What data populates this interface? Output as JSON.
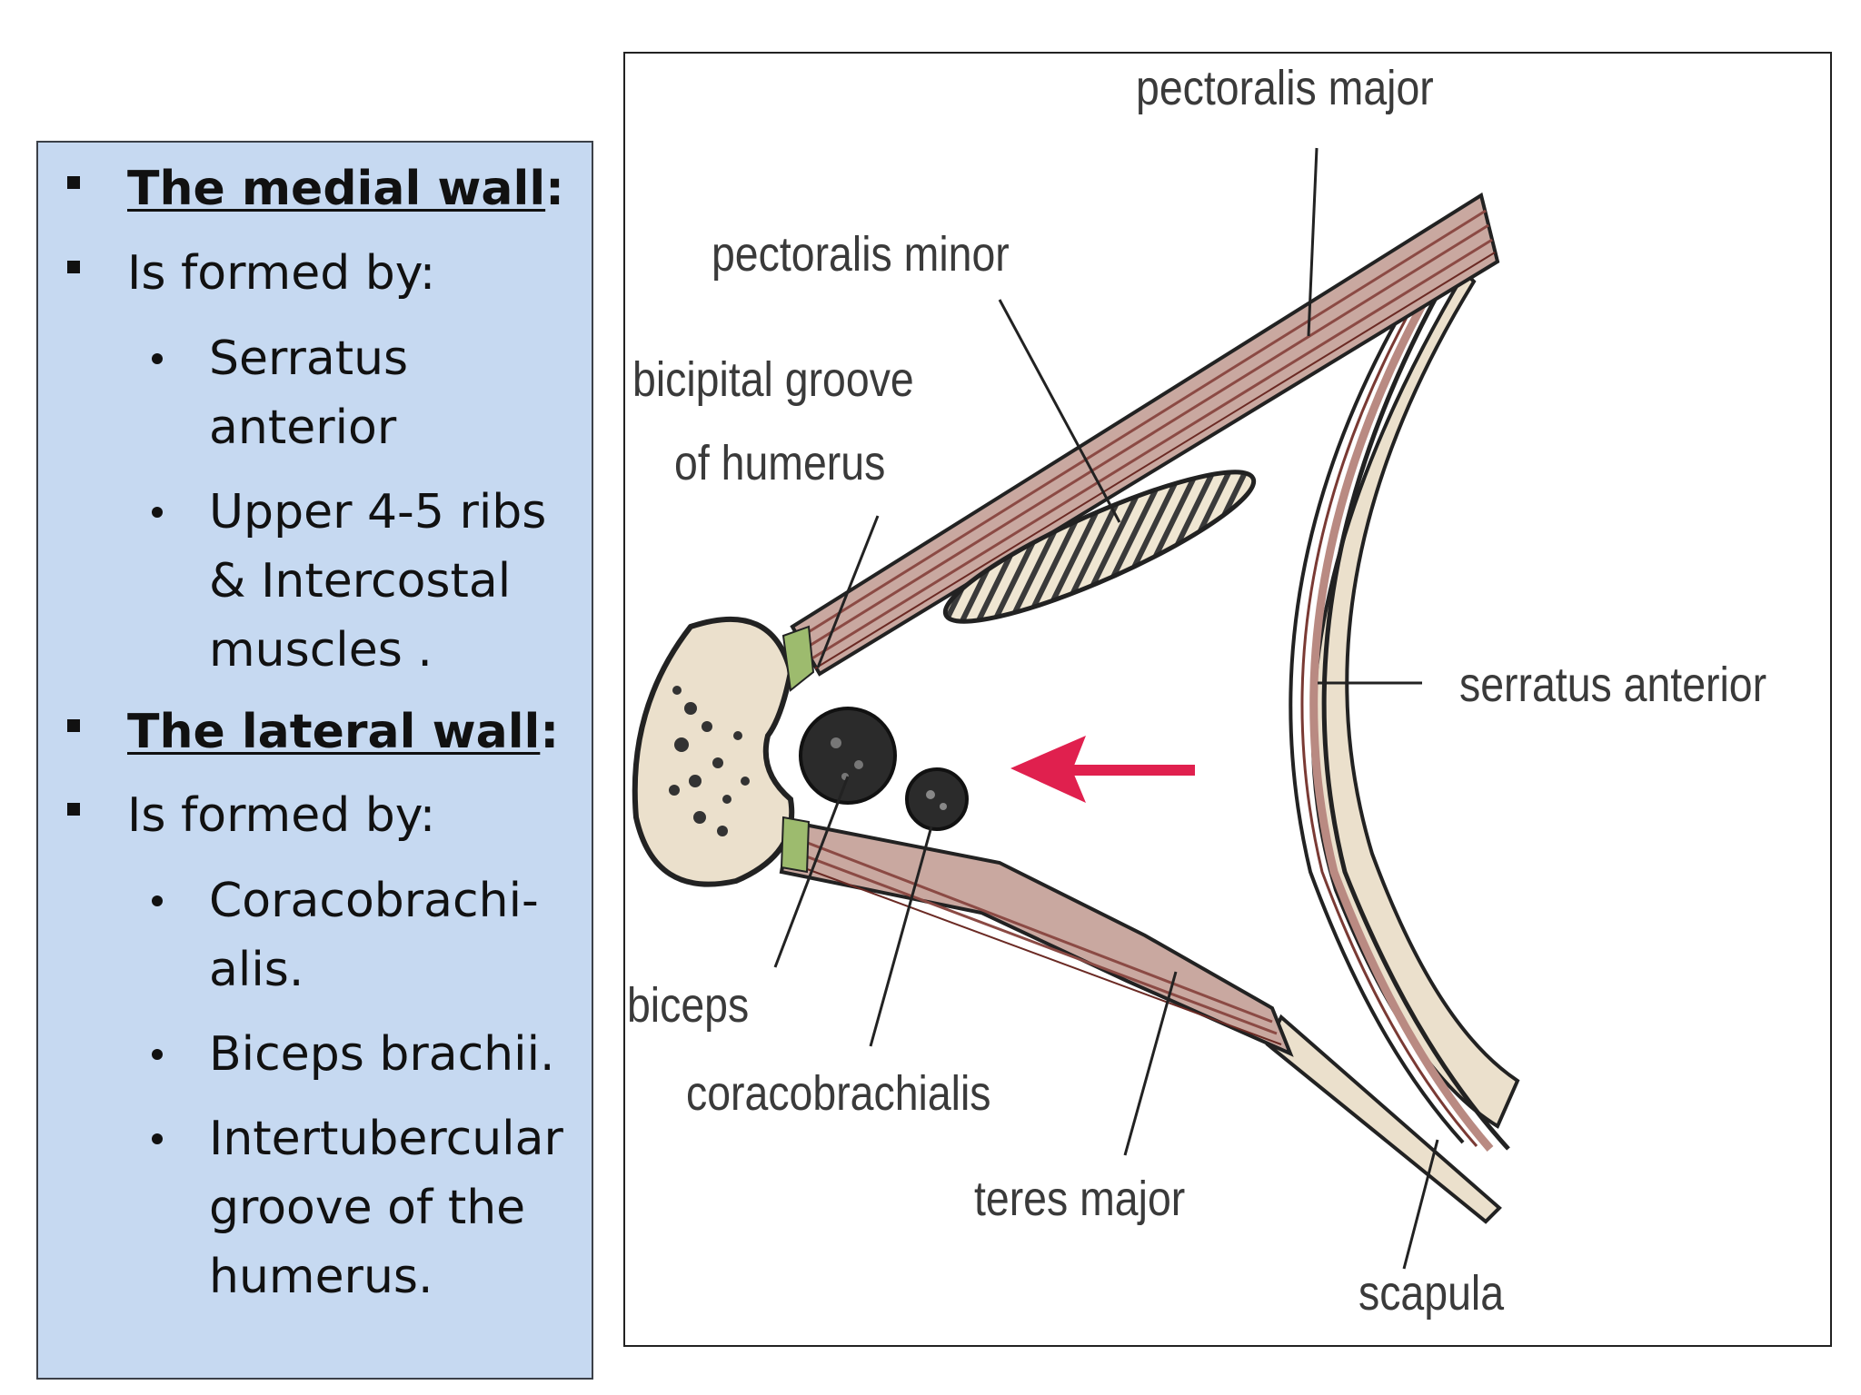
{
  "text_panel": {
    "medial": {
      "heading": "The medial wall",
      "colon": ":",
      "intro": "Is formed by:",
      "items": [
        {
          "lines": [
            "Serratus",
            "anterior"
          ]
        },
        {
          "lines": [
            "Upper 4-5 ribs",
            "& Intercostal",
            "muscles ."
          ]
        }
      ]
    },
    "lateral": {
      "heading": "The lateral wall",
      "colon": ":",
      "intro": "Is formed by:",
      "items": [
        {
          "lines": [
            "Coracobrachi-",
            "alis."
          ]
        },
        {
          "lines": [
            "Biceps brachii."
          ]
        },
        {
          "lines": [
            "Intertubercular",
            "groove of the",
            "humerus."
          ]
        }
      ]
    }
  },
  "diagram": {
    "labels": {
      "pectoralis_major": "pectoralis major",
      "pectoralis_minor": "pectoralis minor",
      "bicipital_groove_line1": "bicipital groove",
      "bicipital_groove_line2": "of humerus",
      "serratus_anterior": "serratus anterior",
      "biceps": "biceps",
      "coracobrachialis": "coracobrachialis",
      "teres_major": "teres major",
      "scapula": "scapula"
    },
    "colors": {
      "panel_bg": "#c6d9f1",
      "muscle_fill": "#c9a8a0",
      "muscle_stripe": "#8b4a44",
      "bone_fill": "#ebe0cc",
      "arrow": "#e0204e",
      "tendon": "#9dbb6e"
    }
  }
}
